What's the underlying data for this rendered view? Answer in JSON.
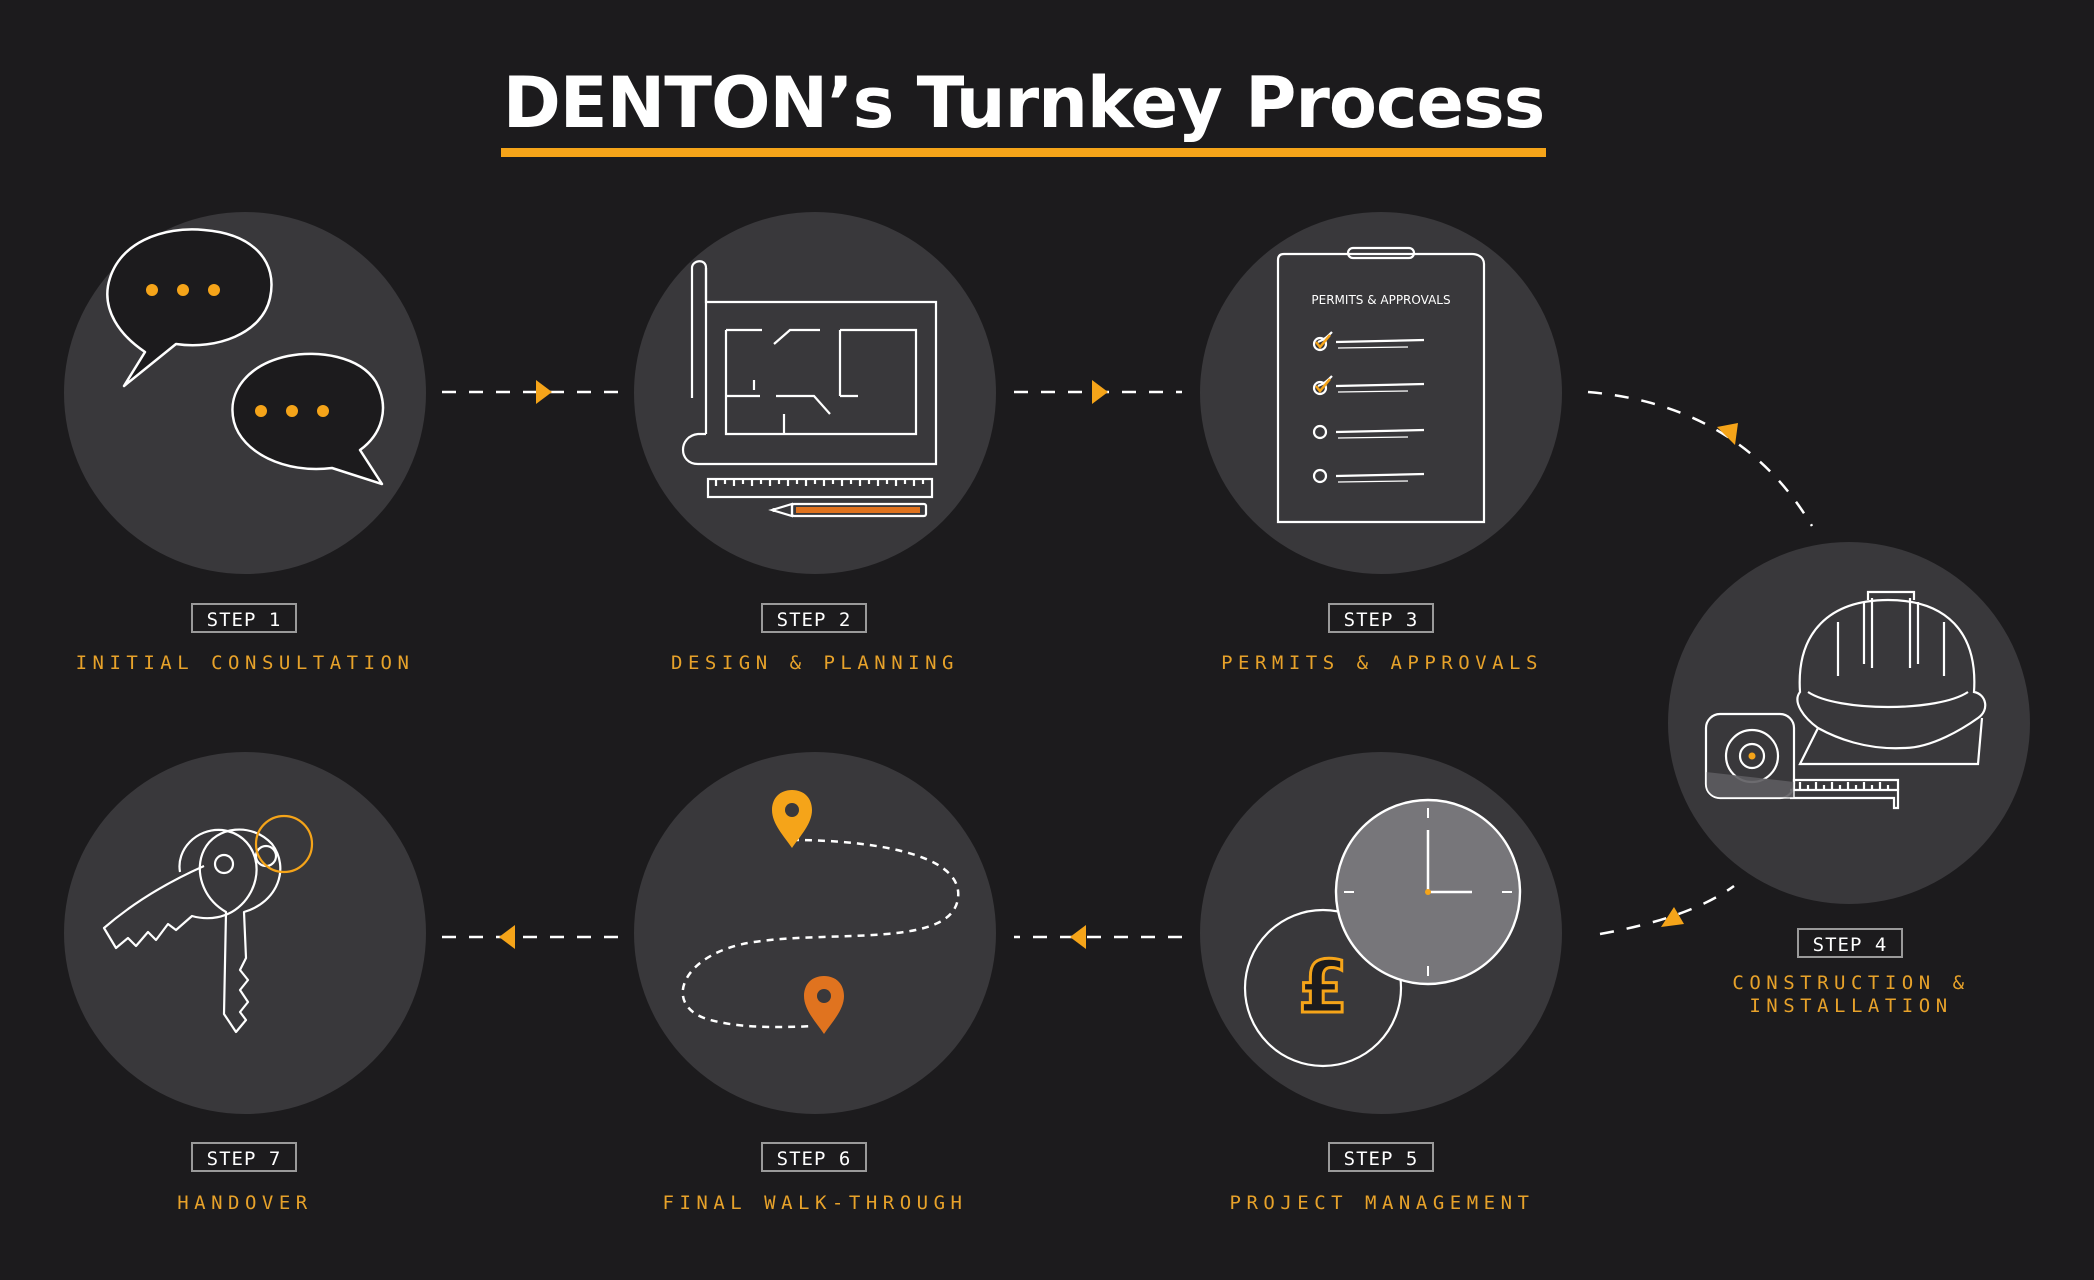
{
  "title": "DENTON’s Turnkey Process",
  "colors": {
    "background": "#1c1b1d",
    "circle": "#39383b",
    "accent": "#f5a419",
    "accent_dark": "#e0731f",
    "line": "#ffffff"
  },
  "steps": [
    {
      "badge": "STEP 1",
      "label": "INITIAL CONSULTATION",
      "icon": "speech-bubbles-icon"
    },
    {
      "badge": "STEP 2",
      "label": "DESIGN & PLANNING",
      "icon": "blueprint-icon"
    },
    {
      "badge": "STEP 3",
      "label": "PERMITS & APPROVALS",
      "icon": "clipboard-checklist-icon",
      "clipboard_title": "PERMITS & APPROVALS"
    },
    {
      "badge": "STEP 4",
      "label": "CONSTRUCTION & INSTALLATION",
      "icon": "hard-hat-tape-measure-icon"
    },
    {
      "badge": "STEP 5",
      "label": "PROJECT MANAGEMENT",
      "icon": "clock-pound-coin-icon",
      "coin_symbol": "£"
    },
    {
      "badge": "STEP 6",
      "label": "FINAL WALK-THROUGH",
      "icon": "route-map-pins-icon"
    },
    {
      "badge": "STEP 7",
      "label": "HANDOVER",
      "icon": "keys-icon"
    }
  ]
}
